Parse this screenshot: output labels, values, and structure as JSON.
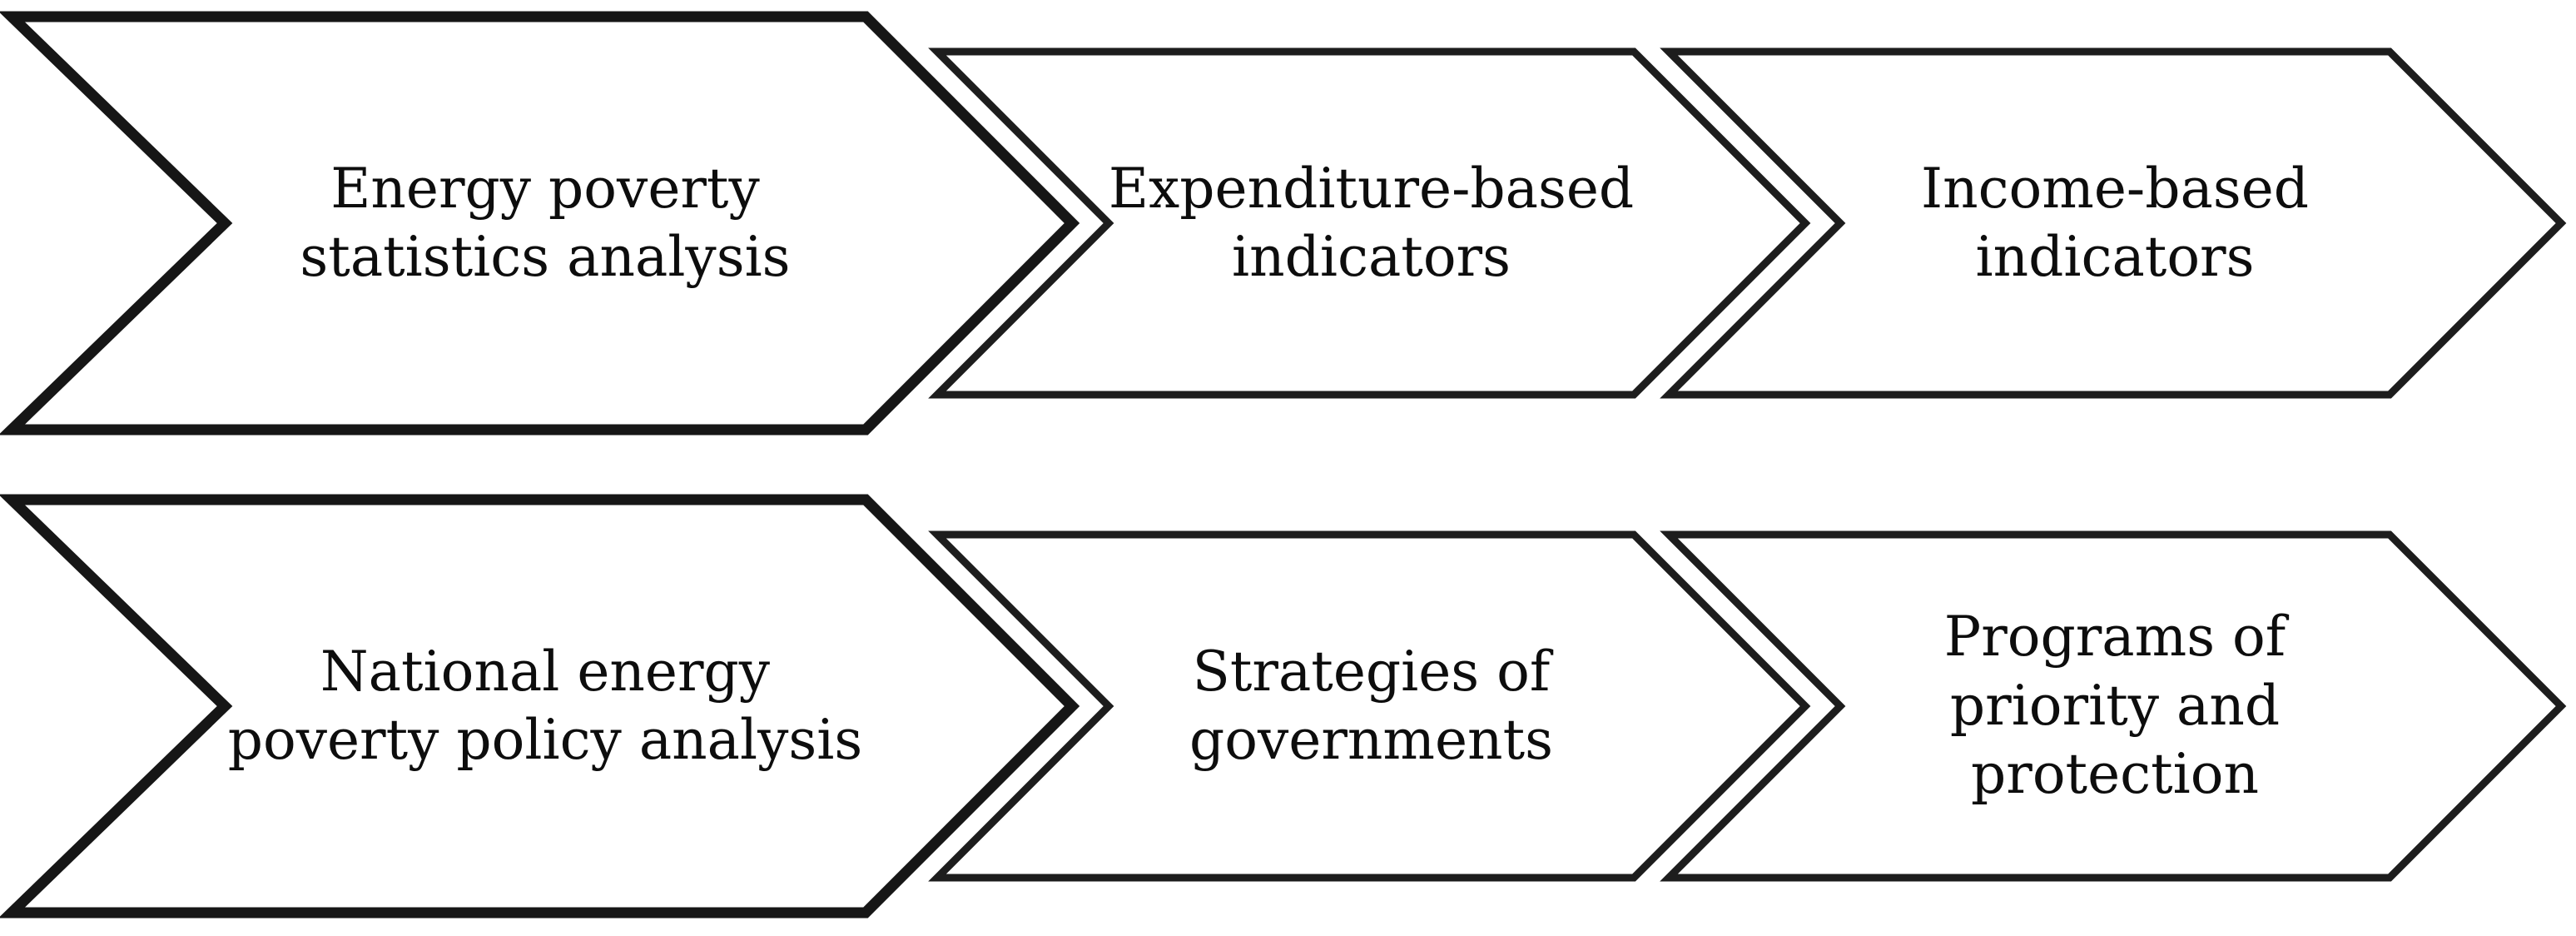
{
  "diagram": {
    "background_color": "#ffffff",
    "shape_fill": "#ffffff",
    "shape_stroke": "#161616",
    "text_color": "#0d0d0d",
    "rows": [
      {
        "steps": [
          {
            "label": "Energy poverty\nstatistics analysis"
          },
          {
            "label": "Expenditure-based\nindicators"
          },
          {
            "label": "Income-based\nindicators"
          }
        ]
      },
      {
        "steps": [
          {
            "label": "National energy\npoverty policy analysis"
          },
          {
            "label": "Strategies of\ngovernments"
          },
          {
            "label": "Programs of\npriority and\nprotection"
          }
        ]
      }
    ]
  }
}
